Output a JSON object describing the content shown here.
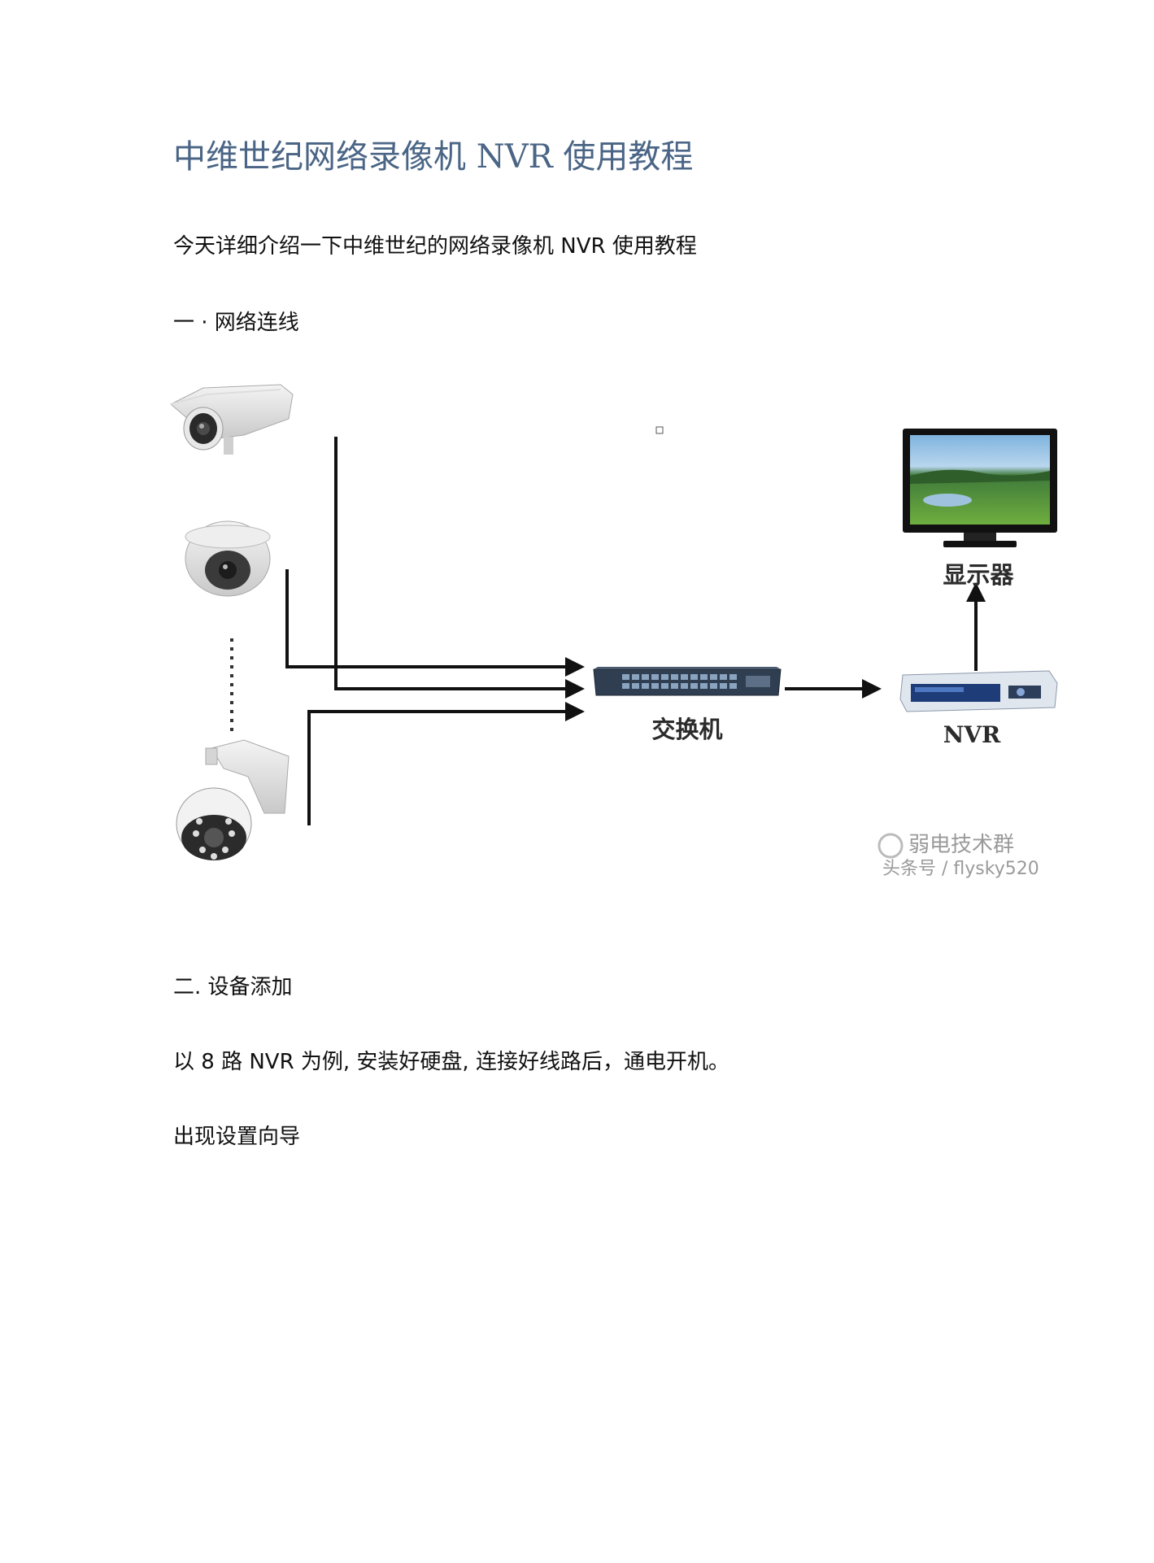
{
  "document": {
    "title": "中维世纪网络录像机 NVR 使用教程",
    "intro": "今天详细介绍一下中维世纪的网络录像机 NVR 使用教程",
    "section1_heading": "一 · 网络连线",
    "section2_heading": "二. 设备添加",
    "step_text": "以 8 路 NVR 为例, 安装好硬盘, 连接好线路后，通电开机。",
    "wizard_text": "出现设置向导"
  },
  "diagram": {
    "monitor_label": "显示器",
    "switch_label": "交换机",
    "nvr_label": "NVR",
    "watermark_line1": "弱电技术群",
    "watermark_line2": "头条号 / flysky520",
    "icons": [
      "bullet-camera-icon",
      "dome-camera-icon",
      "ptz-camera-icon",
      "network-switch-icon",
      "nvr-recorder-icon",
      "monitor-icon"
    ]
  }
}
